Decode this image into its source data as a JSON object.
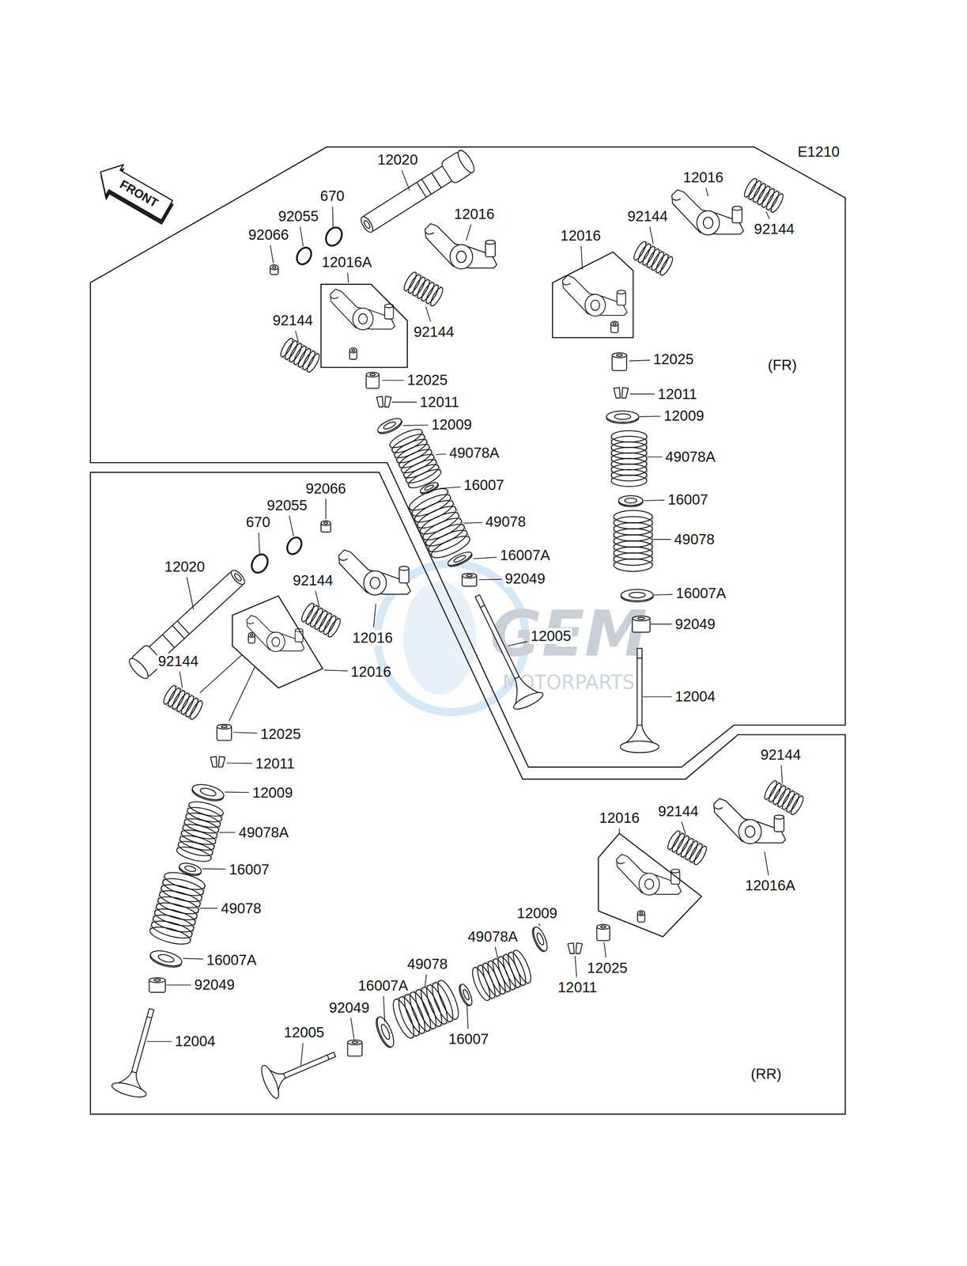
{
  "diagram": {
    "nodes": [
      {
        "text": [
          "(FR)"
        ]
      },
      {
        "text": [
          "12016A"
        ],
        "in": 0
      },
      {
        "text": [
          "12016"
        ],
        "in": 0
      },
      {
        "text": [
          "(RR)"
        ]
      },
      {
        "text": [
          "12016"
        ],
        "in": 3
      },
      {
        "text": [
          "12016"
        ],
        "in": 3
      }
    ],
    "labels": [
      "E1210",
      "FRONT",
      "12020",
      "670",
      "92055",
      "92066",
      "12016",
      "92144",
      "92144",
      "12025",
      "12011",
      "12009",
      "49078A",
      "16007",
      "49078",
      "16007A",
      "92049",
      "12005",
      "12016",
      "92144",
      "92144",
      "12025",
      "12011",
      "12009",
      "49078A",
      "16007",
      "49078",
      "16007A",
      "92049",
      "12004",
      "92066",
      "92055",
      "670",
      "12020",
      "92144",
      "12016",
      "92144",
      "12025",
      "12011",
      "12009",
      "49078A",
      "16007",
      "49078",
      "16007A",
      "92049",
      "12004",
      "92144",
      "92144",
      "12016A",
      "12009",
      "49078A",
      "49078",
      "16007A",
      "92049",
      "12025",
      "12011",
      "16007",
      "12005",
      "GEM",
      "MOTORPARTS"
    ]
  }
}
